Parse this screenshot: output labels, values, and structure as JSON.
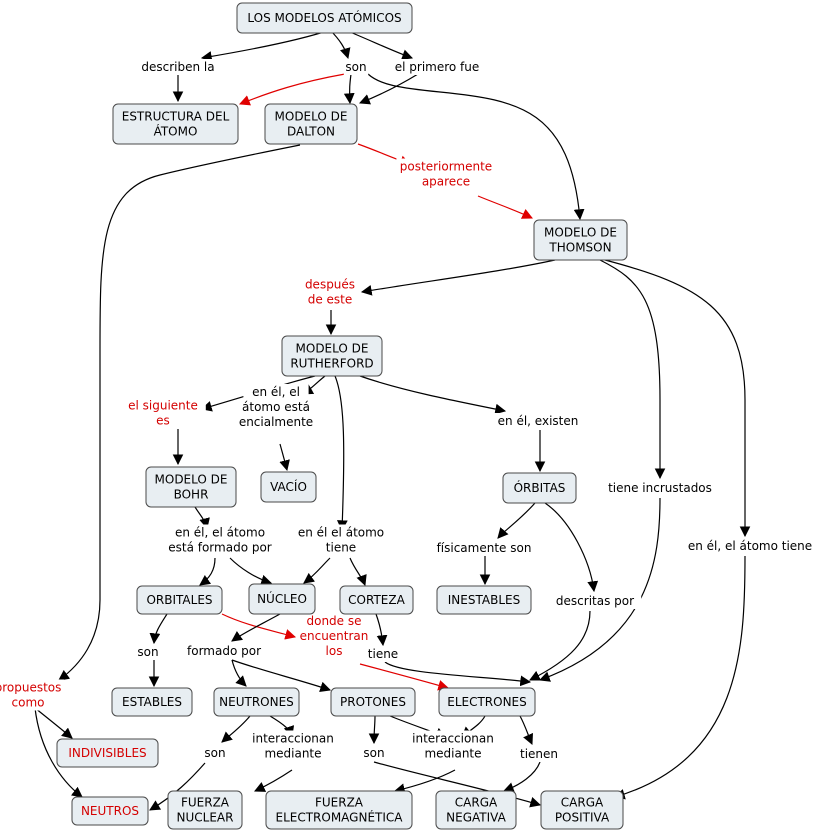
{
  "colors": {
    "node_fill": "#e8eef2",
    "node_border": "#4a4a4a",
    "edge": "#000000",
    "accent_red": "#e00000",
    "red_text": "#d40000"
  },
  "concepts": [
    {
      "id": "modelos",
      "lines": [
        "LOS MODELOS ATÓMICOS"
      ]
    },
    {
      "id": "estructura",
      "lines": [
        "ESTRUCTURA DEL",
        "ÁTOMO"
      ]
    },
    {
      "id": "dalton",
      "lines": [
        "MODELO DE",
        "DALTON"
      ]
    },
    {
      "id": "thomson",
      "lines": [
        "MODELO DE",
        "THOMSON"
      ]
    },
    {
      "id": "rutherford",
      "lines": [
        "MODELO DE",
        "RUTHERFORD"
      ]
    },
    {
      "id": "bohr",
      "lines": [
        "MODELO DE",
        "BOHR"
      ]
    },
    {
      "id": "vacio",
      "lines": [
        "VACÍO"
      ]
    },
    {
      "id": "orbitas",
      "lines": [
        "ÓRBITAS"
      ]
    },
    {
      "id": "orbitales",
      "lines": [
        "ORBITALES"
      ]
    },
    {
      "id": "nucleo",
      "lines": [
        "NÚCLEO"
      ]
    },
    {
      "id": "corteza",
      "lines": [
        "CORTEZA"
      ]
    },
    {
      "id": "inestables",
      "lines": [
        "INESTABLES"
      ]
    },
    {
      "id": "estables",
      "lines": [
        "ESTABLES"
      ]
    },
    {
      "id": "neutrones",
      "lines": [
        "NEUTRONES"
      ]
    },
    {
      "id": "protones",
      "lines": [
        "PROTONES"
      ]
    },
    {
      "id": "electrones",
      "lines": [
        "ELECTRONES"
      ]
    },
    {
      "id": "indivisibles",
      "lines": [
        "INDIVISIBLES"
      ],
      "red": true
    },
    {
      "id": "neutros",
      "lines": [
        "NEUTROS"
      ],
      "red": true
    },
    {
      "id": "fuerza_nuclear",
      "lines": [
        "FUERZA",
        "NUCLEAR"
      ]
    },
    {
      "id": "fuerza_em",
      "lines": [
        "FUERZA",
        "ELECTROMAGNÉTICA"
      ]
    },
    {
      "id": "carga_neg",
      "lines": [
        "CARGA",
        "NEGATIVA"
      ]
    },
    {
      "id": "carga_pos",
      "lines": [
        "CARGA",
        "POSITIVA"
      ]
    }
  ],
  "linking_phrases": [
    {
      "id": "describen",
      "lines": [
        "describen la"
      ]
    },
    {
      "id": "son1",
      "lines": [
        "son"
      ]
    },
    {
      "id": "primero",
      "lines": [
        "el primero fue"
      ]
    },
    {
      "id": "posteriormente",
      "lines": [
        "posteriormente",
        "aparece"
      ],
      "red": true
    },
    {
      "id": "despues",
      "lines": [
        "después",
        "de este"
      ],
      "red": true
    },
    {
      "id": "siguiente",
      "lines": [
        "el siguiente",
        "es"
      ],
      "red": true
    },
    {
      "id": "esencial",
      "lines": [
        "en él, el",
        "átomo está",
        "encialmente"
      ]
    },
    {
      "id": "existen",
      "lines": [
        "en él, existen"
      ]
    },
    {
      "id": "formadopor1",
      "lines": [
        "en él, el átomo",
        "está formado por"
      ]
    },
    {
      "id": "tiene1",
      "lines": [
        "en él el átomo",
        "tiene"
      ]
    },
    {
      "id": "fisicamente",
      "lines": [
        "físicamente son"
      ]
    },
    {
      "id": "descritas",
      "lines": [
        "descritas por"
      ]
    },
    {
      "id": "incrustados",
      "lines": [
        "tiene incrustados"
      ]
    },
    {
      "id": "tiene2",
      "lines": [
        "en él, el átomo tiene"
      ]
    },
    {
      "id": "propuestos",
      "lines": [
        "propuestos",
        "como"
      ],
      "red": true
    },
    {
      "id": "son2",
      "lines": [
        "son"
      ]
    },
    {
      "id": "formadopor2",
      "lines": [
        "formado por"
      ]
    },
    {
      "id": "dondese",
      "lines": [
        "donde se",
        "encuentran",
        "los"
      ],
      "red": true
    },
    {
      "id": "tiene3",
      "lines": [
        "tiene"
      ]
    },
    {
      "id": "son3",
      "lines": [
        "son"
      ]
    },
    {
      "id": "interacc1",
      "lines": [
        "interaccionan",
        "mediante"
      ]
    },
    {
      "id": "son4",
      "lines": [
        "son"
      ]
    },
    {
      "id": "interacc2",
      "lines": [
        "interaccionan",
        "mediante"
      ]
    },
    {
      "id": "tienen",
      "lines": [
        "tienen"
      ]
    }
  ]
}
